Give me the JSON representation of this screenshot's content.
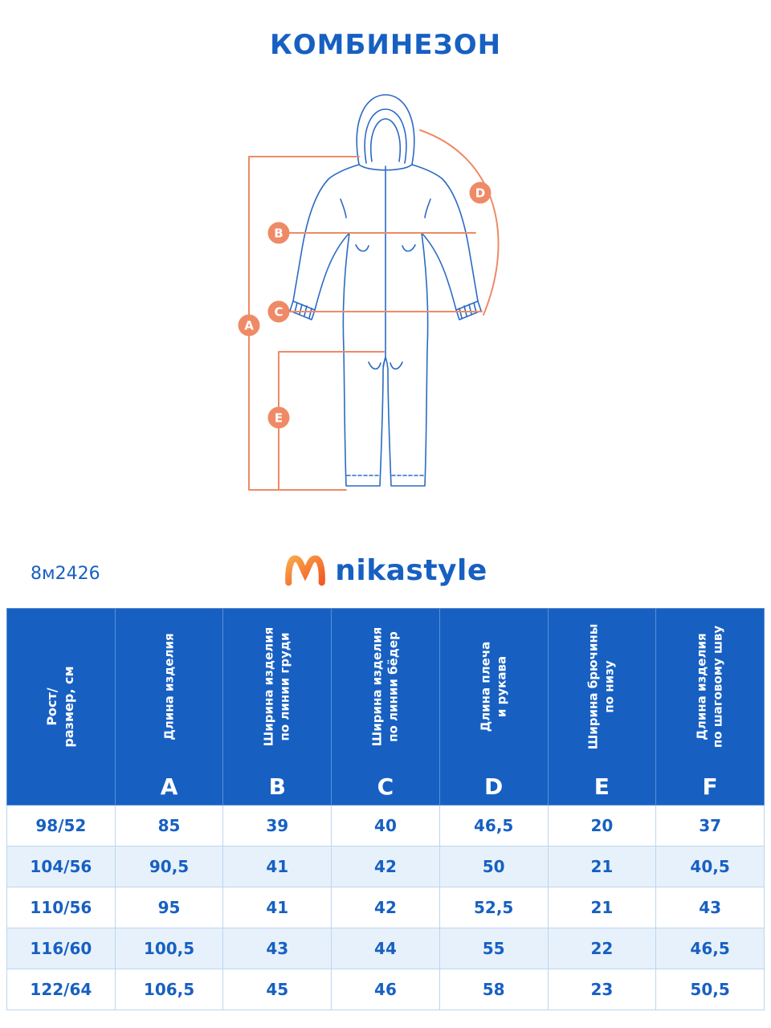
{
  "page": {
    "title": "КОМБИНЕЗОН",
    "product_code": "8м2426",
    "brand": "nikastyle"
  },
  "colors": {
    "primary_blue": "#1760c2",
    "accent_orange": "#ef8a66",
    "row_alt_blue": "#e7f1fb"
  },
  "diagram": {
    "markers": [
      "A",
      "B",
      "C",
      "D",
      "E"
    ]
  },
  "chart_data": {
    "type": "table",
    "title": "КОМБИНЕЗОН — размерная таблица",
    "corner_header": "Рост/\nразмер, см",
    "columns": [
      {
        "letter": "A",
        "label": "Длина изделия"
      },
      {
        "letter": "B",
        "label": "Ширина изделия\nпо линии груди"
      },
      {
        "letter": "C",
        "label": "Ширина изделия\nпо линии бёдер"
      },
      {
        "letter": "D",
        "label": "Длина плеча\nи рукава"
      },
      {
        "letter": "E",
        "label": "Ширина брючины\nпо низу"
      },
      {
        "letter": "F",
        "label": "Длина изделия\nпо шаговому шву"
      }
    ],
    "rows": [
      {
        "size": "98/52",
        "values": [
          "85",
          "39",
          "40",
          "46,5",
          "20",
          "37"
        ]
      },
      {
        "size": "104/56",
        "values": [
          "90,5",
          "41",
          "42",
          "50",
          "21",
          "40,5"
        ]
      },
      {
        "size": "110/56",
        "values": [
          "95",
          "41",
          "42",
          "52,5",
          "21",
          "43"
        ]
      },
      {
        "size": "116/60",
        "values": [
          "100,5",
          "43",
          "44",
          "55",
          "22",
          "46,5"
        ]
      },
      {
        "size": "122/64",
        "values": [
          "106,5",
          "45",
          "46",
          "58",
          "23",
          "50,5"
        ]
      }
    ]
  }
}
